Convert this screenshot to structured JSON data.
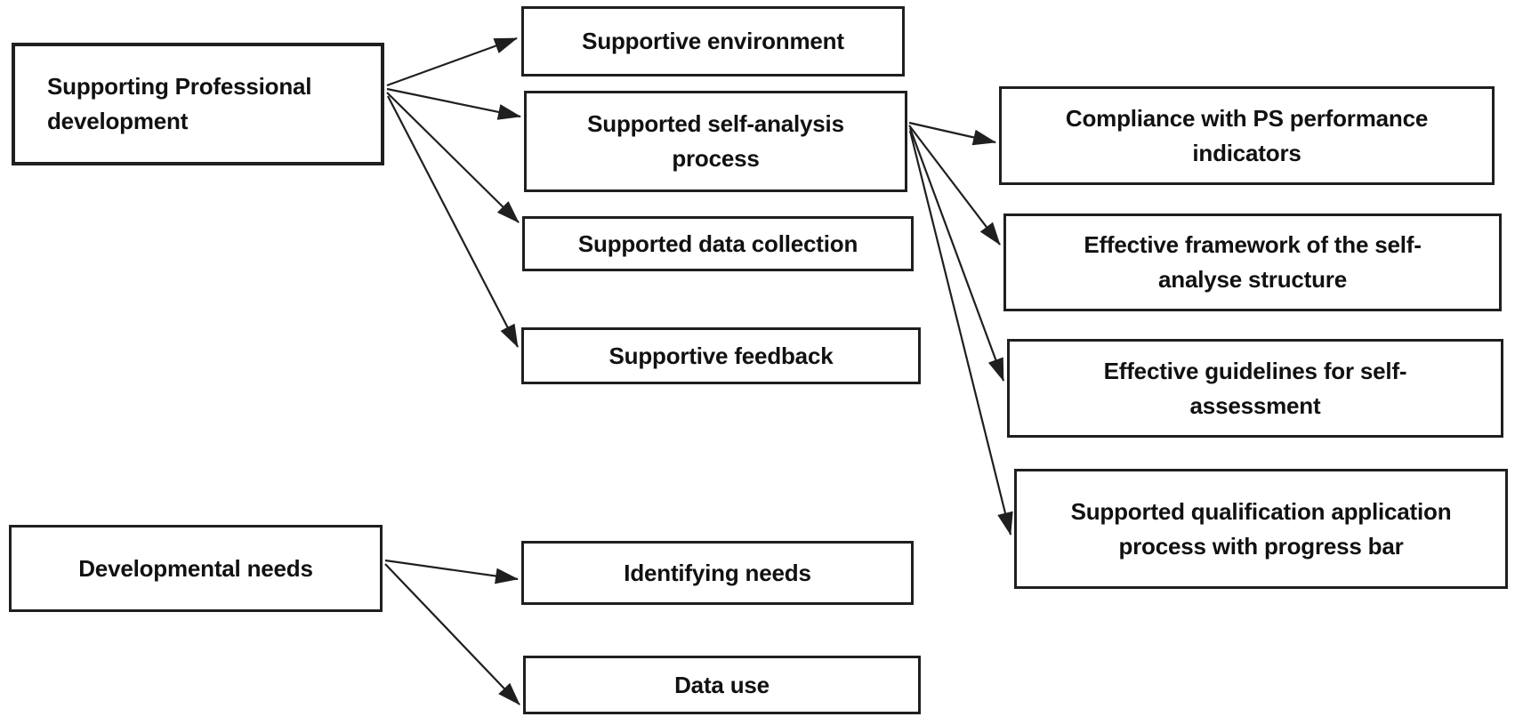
{
  "figure": {
    "type": "flowchart",
    "background_color": "#ffffff",
    "box_border_color": "#1f1f1f",
    "text_color": "#111111",
    "arrow_color": "#1f1f1f"
  },
  "nodes": {
    "supporting_professional_development": {
      "label": "Supporting Professional\ndevelopment"
    },
    "supportive_environment": {
      "label": "Supportive environment"
    },
    "supported_self_analysis_process": {
      "label": "Supported self-analysis\nprocess"
    },
    "supported_data_collection": {
      "label": "Supported data collection"
    },
    "supportive_feedback": {
      "label": "Supportive feedback"
    },
    "developmental_needs": {
      "label": "Developmental needs"
    },
    "identifying_needs": {
      "label": "Identifying needs"
    },
    "data_use": {
      "label": "Data use"
    },
    "compliance_with_ps_performance_indicators": {
      "label": "Compliance with PS performance\nindicators"
    },
    "effective_framework_of_the_self_analyse_structure": {
      "label": "Effective framework of the self-\nanalyse structure"
    },
    "effective_guidelines_for_self_assessment": {
      "label": "Effective guidelines for self-\nassessment"
    },
    "supported_qualification_application_process_with_progress_bar": {
      "label": "Supported qualification application\nprocess with progress bar"
    }
  },
  "edges": [
    {
      "from": "supporting_professional_development",
      "to": "supportive_environment"
    },
    {
      "from": "supporting_professional_development",
      "to": "supported_self_analysis_process"
    },
    {
      "from": "supporting_professional_development",
      "to": "supported_data_collection"
    },
    {
      "from": "supporting_professional_development",
      "to": "supportive_feedback"
    },
    {
      "from": "supported_self_analysis_process",
      "to": "compliance_with_ps_performance_indicators"
    },
    {
      "from": "supported_self_analysis_process",
      "to": "effective_framework_of_the_self_analyse_structure"
    },
    {
      "from": "supported_self_analysis_process",
      "to": "effective_guidelines_for_self_assessment"
    },
    {
      "from": "supported_self_analysis_process",
      "to": "supported_qualification_application_process_with_progress_bar"
    },
    {
      "from": "developmental_needs",
      "to": "identifying_needs"
    },
    {
      "from": "developmental_needs",
      "to": "data_use"
    }
  ]
}
